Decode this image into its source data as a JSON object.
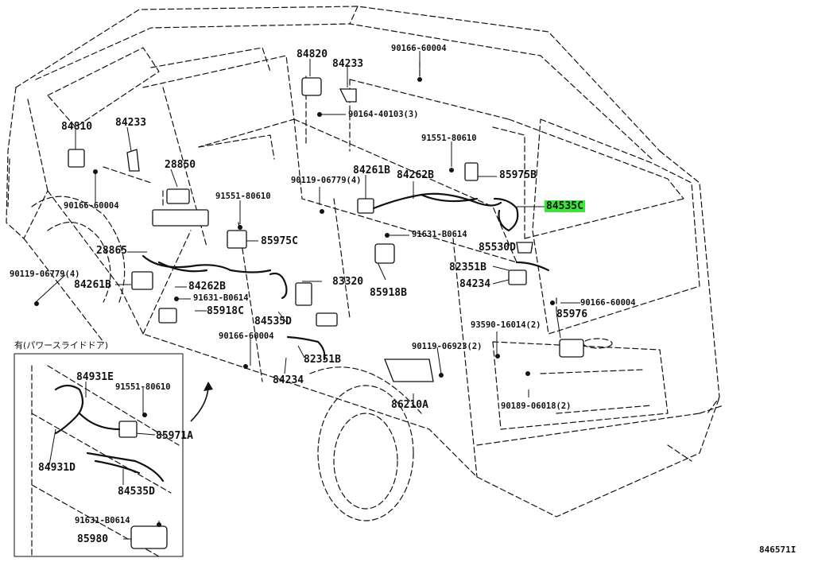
{
  "diagram": {
    "highlight_color": "#37e637",
    "highlighted_part": "84535C",
    "inset_caption": "有(パワースライドドア)",
    "figure_ref": "846571I",
    "labels": [
      {
        "id": "p84820",
        "text": "84820"
      },
      {
        "id": "p84233a",
        "text": "84233"
      },
      {
        "id": "p90166_60004a",
        "text": "90166-60004"
      },
      {
        "id": "p90164_40103",
        "text": "90164-40103(3)"
      },
      {
        "id": "p84810",
        "text": "84810"
      },
      {
        "id": "p84233b",
        "text": "84233"
      },
      {
        "id": "p91551_80610a",
        "text": "91551-80610"
      },
      {
        "id": "p28850",
        "text": "28850"
      },
      {
        "id": "p90119_06779a",
        "text": "90119-06779(4)"
      },
      {
        "id": "p84261Ba",
        "text": "84261B"
      },
      {
        "id": "p84262Ba",
        "text": "84262B"
      },
      {
        "id": "p85975B",
        "text": "85975B"
      },
      {
        "id": "p90166_60004b",
        "text": "90166-60004"
      },
      {
        "id": "p91551_80610b",
        "text": "91551-80610"
      },
      {
        "id": "p84535C",
        "text": "84535C"
      },
      {
        "id": "p91631_B0614a",
        "text": "91631-B0614"
      },
      {
        "id": "p85975C",
        "text": "85975C"
      },
      {
        "id": "p28865",
        "text": "28865"
      },
      {
        "id": "p85530D",
        "text": "85530D"
      },
      {
        "id": "p90119_06779b",
        "text": "90119-06779(4)"
      },
      {
        "id": "p84261Bb",
        "text": "84261B"
      },
      {
        "id": "p84262Bb",
        "text": "84262B"
      },
      {
        "id": "p82351Ba",
        "text": "82351B"
      },
      {
        "id": "p83320",
        "text": "83320"
      },
      {
        "id": "p84234a",
        "text": "84234"
      },
      {
        "id": "p91631_B0614b",
        "text": "91631-B0614"
      },
      {
        "id": "p85918C",
        "text": "85918C"
      },
      {
        "id": "p85918B",
        "text": "85918B"
      },
      {
        "id": "p90166_60004c",
        "text": "90166-60004"
      },
      {
        "id": "p84535Da",
        "text": "84535D"
      },
      {
        "id": "p85976",
        "text": "85976"
      },
      {
        "id": "p93590_16014",
        "text": "93590-16014(2)"
      },
      {
        "id": "p90166_60004d",
        "text": "90166-60004"
      },
      {
        "id": "p90119_06923",
        "text": "90119-06923(2)"
      },
      {
        "id": "p82351Bb",
        "text": "82351B"
      },
      {
        "id": "p84234b",
        "text": "84234"
      },
      {
        "id": "p84931E",
        "text": "84931E"
      },
      {
        "id": "p91551_80610c",
        "text": "91551-80610"
      },
      {
        "id": "p86210A",
        "text": "86210A"
      },
      {
        "id": "p90189_06018",
        "text": "90189-06018(2)"
      },
      {
        "id": "p85971A",
        "text": "85971A"
      },
      {
        "id": "p84931D",
        "text": "84931D"
      },
      {
        "id": "p84535Db",
        "text": "84535D"
      },
      {
        "id": "p91631_B0614c",
        "text": "91631-B0614"
      },
      {
        "id": "p85980",
        "text": "85980"
      }
    ]
  }
}
